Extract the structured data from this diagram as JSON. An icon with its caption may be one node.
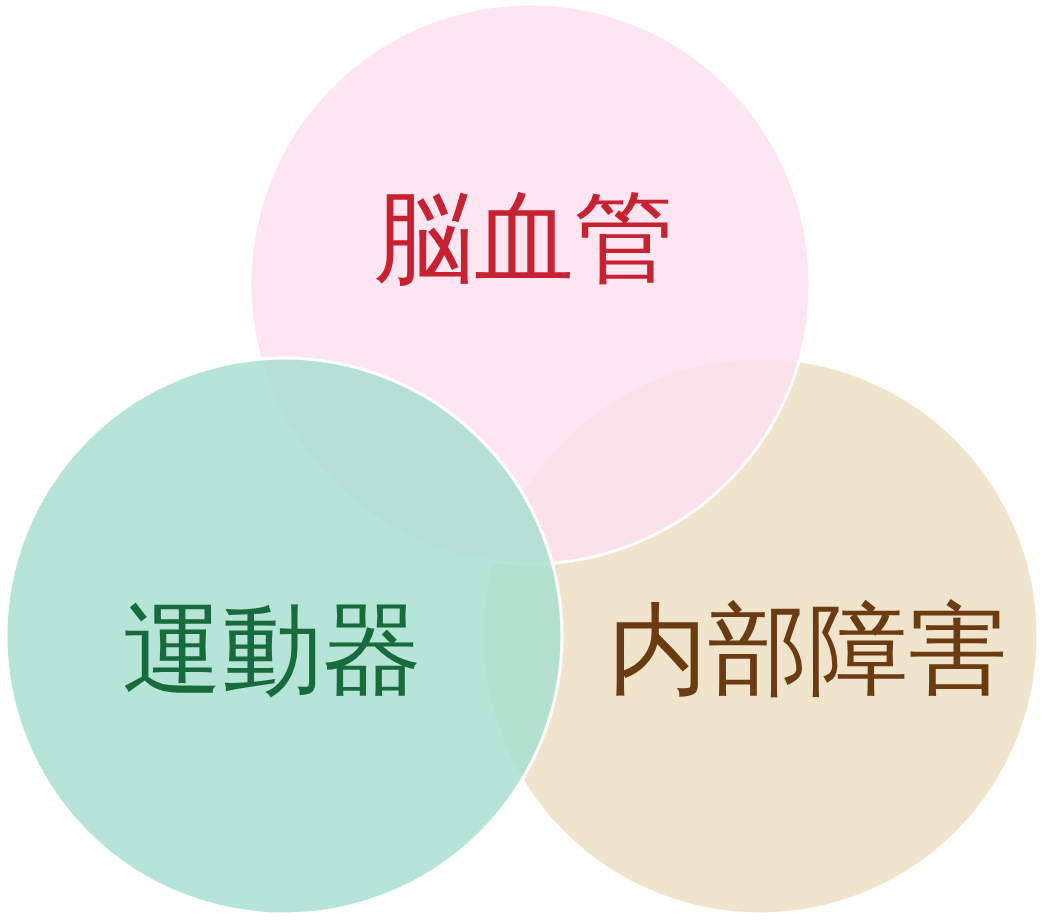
{
  "diagram": {
    "nodes": [
      {
        "text": [
          "脳血管"
        ]
      },
      {
        "text": [
          "運動器"
        ]
      },
      {
        "text": [
          "内部障害"
        ]
      }
    ]
  }
}
